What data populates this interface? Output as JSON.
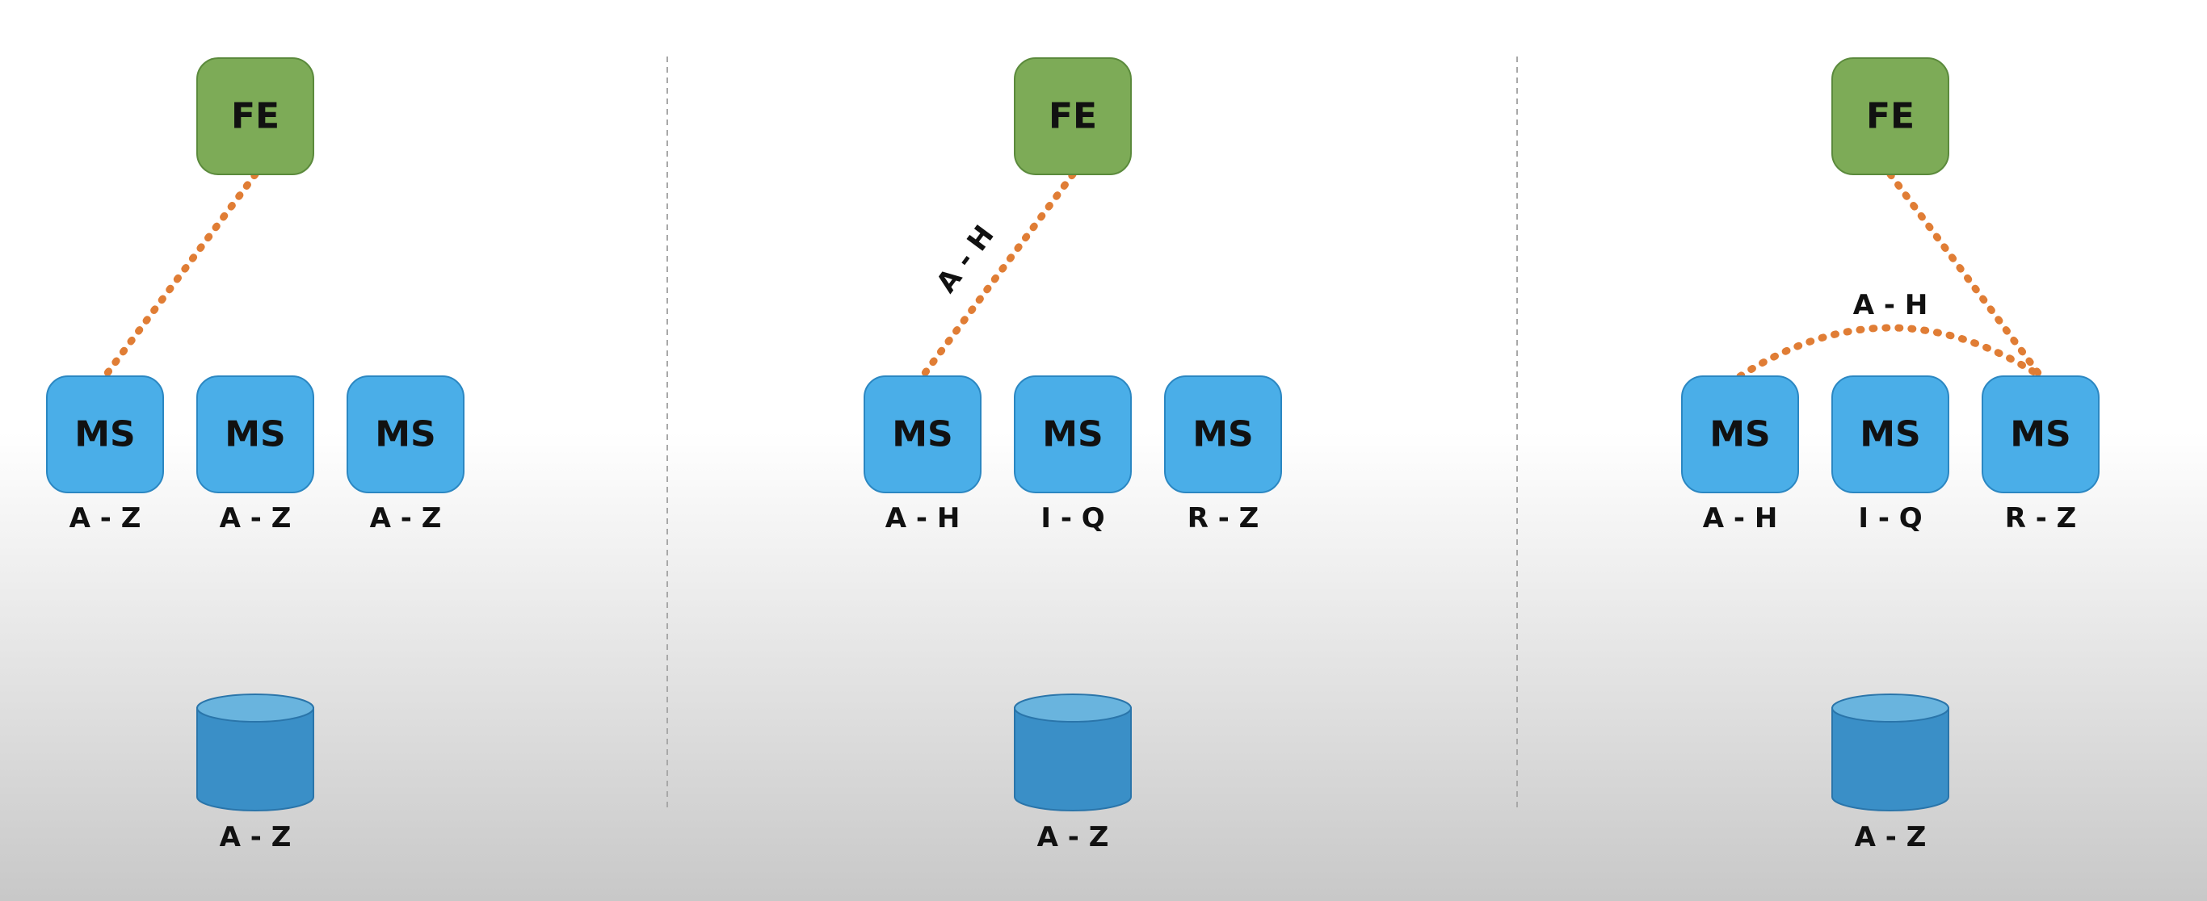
{
  "colors": {
    "frontend_fill": "#7dab57",
    "frontend_stroke": "#5b8a3c",
    "service_fill": "#4aaee8",
    "service_stroke": "#2b87c2",
    "database_fill": "#3a8fc7",
    "database_top": "#69b4de",
    "database_stroke": "#2a75aa",
    "connector": "#e07d35",
    "divider": "#a8a8a8"
  },
  "panels": [
    {
      "frontend": {
        "label": "FE"
      },
      "services": [
        {
          "label": "MS",
          "range": "A - Z"
        },
        {
          "label": "MS",
          "range": "A - Z"
        },
        {
          "label": "MS",
          "range": "A - Z"
        }
      ],
      "database": {
        "range": "A - Z"
      },
      "connection": {
        "from": "frontend",
        "to_service": 0,
        "label": ""
      }
    },
    {
      "frontend": {
        "label": "FE"
      },
      "services": [
        {
          "label": "MS",
          "range": "A - H"
        },
        {
          "label": "MS",
          "range": "I - Q"
        },
        {
          "label": "MS",
          "range": "R - Z"
        }
      ],
      "database": {
        "range": "A - Z"
      },
      "connection": {
        "from": "frontend",
        "to_service": 0,
        "label": "A - H"
      }
    },
    {
      "frontend": {
        "label": "FE"
      },
      "services": [
        {
          "label": "MS",
          "range": "A - H"
        },
        {
          "label": "MS",
          "range": "I - Q"
        },
        {
          "label": "MS",
          "range": "R - Z"
        }
      ],
      "database": {
        "range": "A - Z"
      },
      "connection": {
        "from": "frontend",
        "to_service": 2,
        "label": ""
      },
      "forward": {
        "from_service": 2,
        "to_service": 0,
        "label": "A - H"
      }
    }
  ]
}
